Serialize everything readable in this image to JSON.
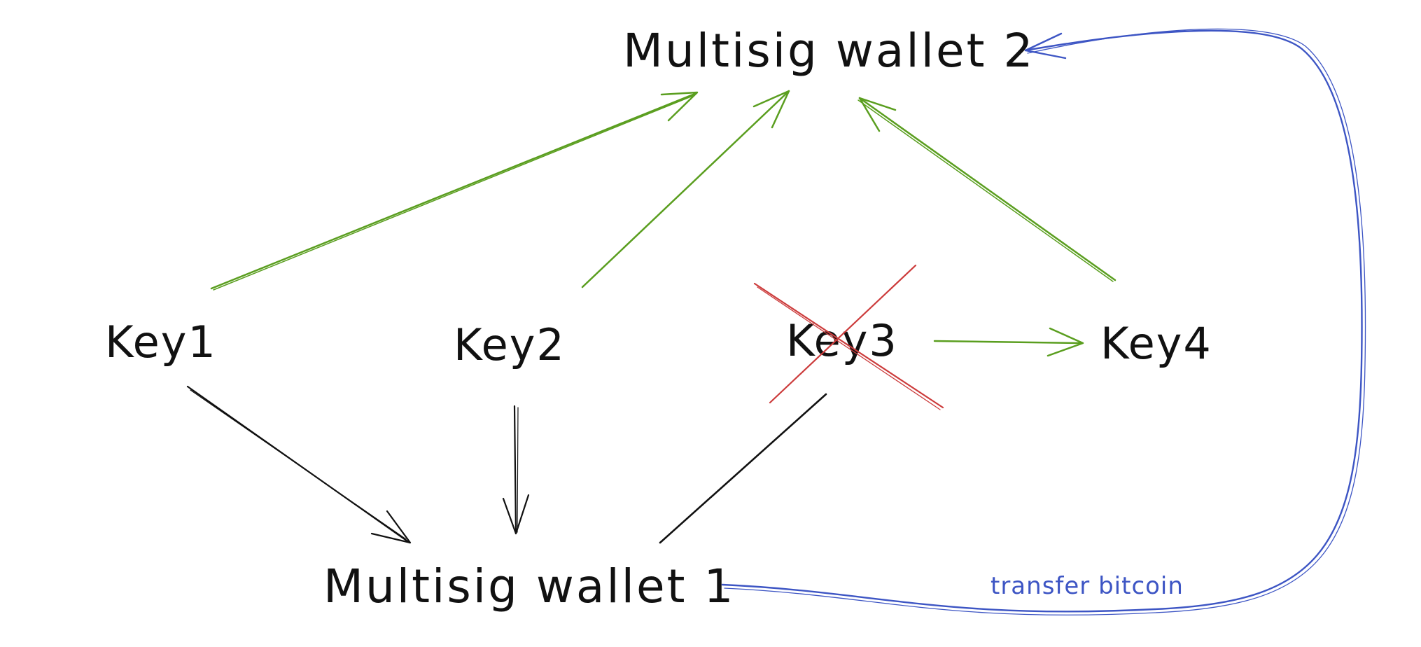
{
  "nodes": {
    "wallet2": "Multisig wallet 2",
    "wallet1": "Multisig wallet 1",
    "key1": "Key1",
    "key2": "Key2",
    "key3": "Key3",
    "key4": "Key4"
  },
  "annotations": {
    "transfer": "transfer bitcoin"
  },
  "colors": {
    "text": "#111111",
    "green": "#5a9e1f",
    "black": "#111111",
    "red": "#cc3b3b",
    "blue": "#3d55c4"
  },
  "key3_crossed_out": true
}
